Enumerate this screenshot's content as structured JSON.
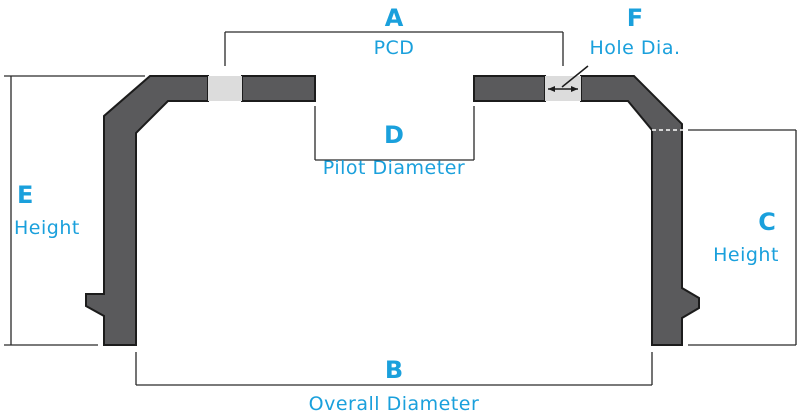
{
  "colors": {
    "label": "#1aa0dc",
    "part_fill": "#5a5a5c",
    "part_stroke": "#1c1c1c",
    "hole_fill": "#dcdcdc",
    "dimension_line": "#2a2a2a"
  },
  "dimensions": {
    "A": {
      "letter": "A",
      "caption": "PCD"
    },
    "B": {
      "letter": "B",
      "caption": "Overall Diameter"
    },
    "C": {
      "letter": "C",
      "caption": "Height"
    },
    "D": {
      "letter": "D",
      "caption": "Pilot Diameter"
    },
    "E": {
      "letter": "E",
      "caption": "Height"
    },
    "F": {
      "letter": "F",
      "caption": "Hole Dia."
    }
  }
}
